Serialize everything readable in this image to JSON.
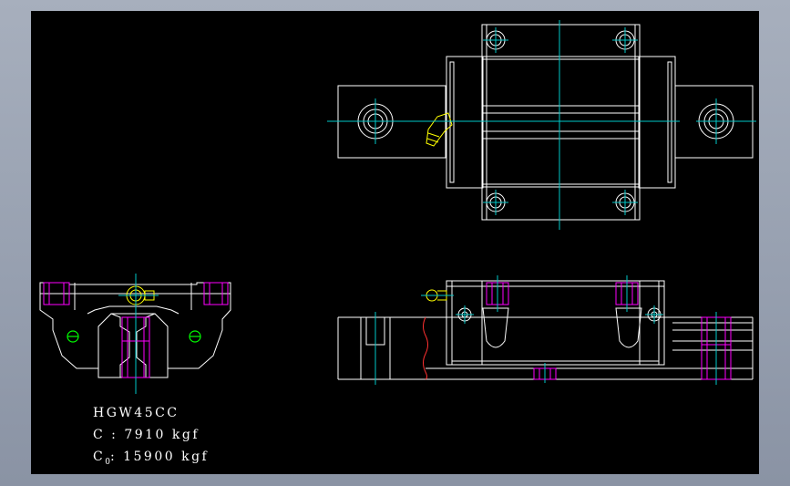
{
  "viewport": {
    "background": "#000000"
  },
  "colors": {
    "outline": "#ffffff",
    "centerline": "#00c8c8",
    "hidden": "#ff00ff",
    "section": "#ff3030",
    "fitting": "#ffff00",
    "seal": "#00ff00"
  },
  "spec": {
    "model": "HGW45CC",
    "dynamic_label": "C : 7910 kgf",
    "static_prefix": "C",
    "static_sub": "0",
    "static_value": ": 15900 kgf"
  }
}
